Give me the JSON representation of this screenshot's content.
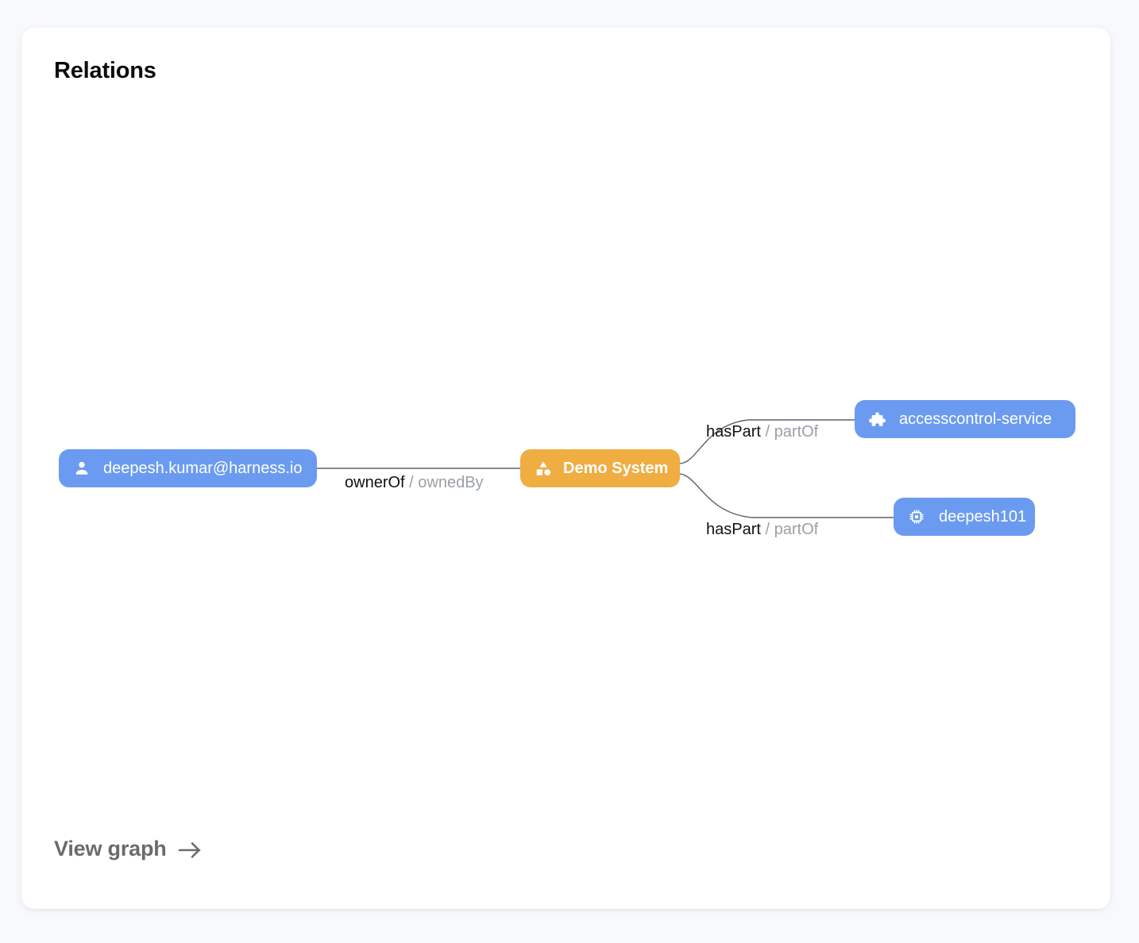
{
  "card": {
    "title": "Relations",
    "footer_link": {
      "label": "View graph",
      "icon": "arrow-right-icon"
    }
  },
  "graph": {
    "nodes": [
      {
        "id": "user",
        "label": "deepesh.kumar@harness.io",
        "kind": "user",
        "icon": "person-icon",
        "color": "#6b9bf0",
        "text_color": "#ffffff",
        "bold": false
      },
      {
        "id": "system",
        "label": "Demo System",
        "kind": "system",
        "icon": "category-icon",
        "color": "#f0ad42",
        "text_color": "#ffffff",
        "bold": true
      },
      {
        "id": "accesscontrol",
        "label": "accesscontrol-service",
        "kind": "component",
        "icon": "puzzle-icon",
        "color": "#6b9bf0",
        "text_color": "#ffffff",
        "bold": false
      },
      {
        "id": "deepesh101",
        "label": "deepesh101",
        "kind": "resource",
        "icon": "chip-icon",
        "color": "#6b9bf0",
        "text_color": "#ffffff",
        "bold": false
      }
    ],
    "edges": [
      {
        "id": "edge-ownerof",
        "from": "user",
        "to": "system",
        "forward": "ownerOf",
        "separator": "/",
        "reverse": "ownedBy"
      },
      {
        "id": "edge-haspart-1",
        "from": "system",
        "to": "accesscontrol",
        "forward": "hasPart",
        "separator": "/",
        "reverse": "partOf"
      },
      {
        "id": "edge-haspart-2",
        "from": "system",
        "to": "deepesh101",
        "forward": "hasPart",
        "separator": "/",
        "reverse": "partOf"
      }
    ],
    "edge_color": "#5f6368"
  }
}
